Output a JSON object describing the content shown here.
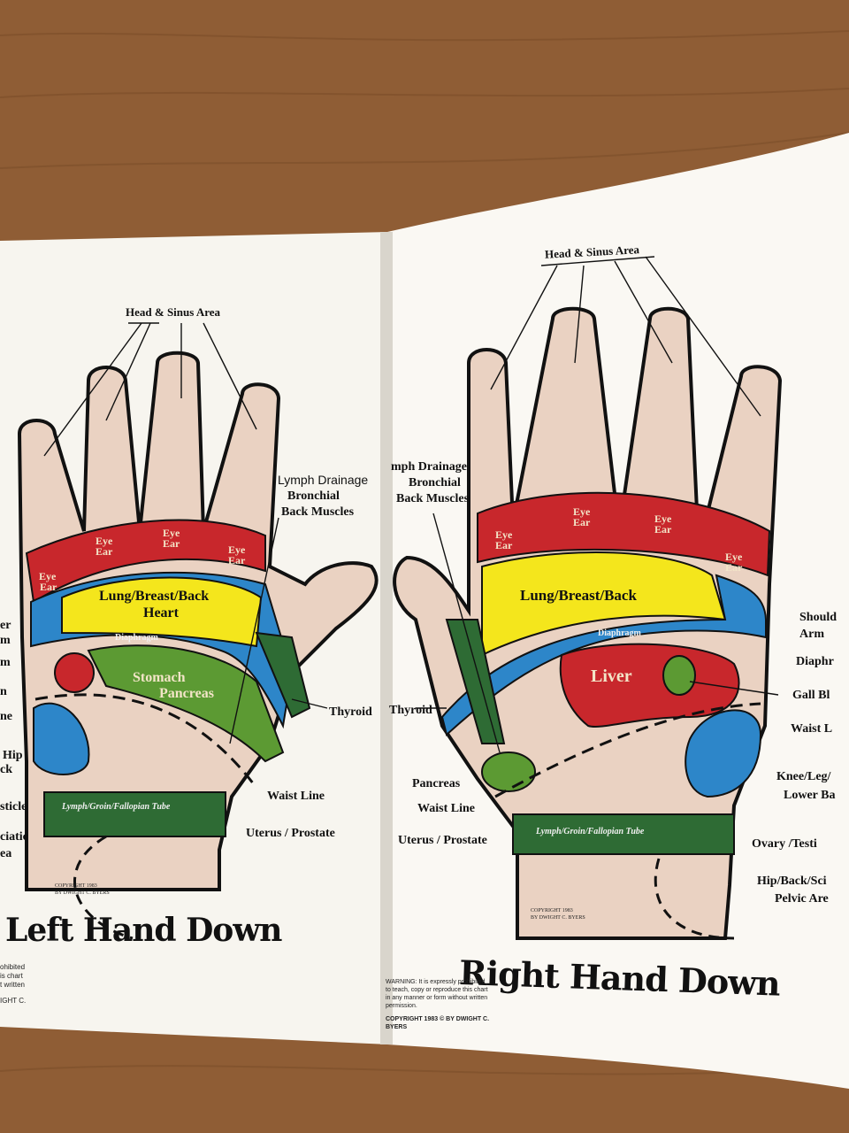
{
  "left_page": {
    "title": "Left Hand Down",
    "head_sinus": "Head & Sinus Area",
    "lymph_drainage": "Lymph Drainage",
    "bronchial": "Bronchial",
    "back_muscles": "Back Muscles",
    "eye": "Eye",
    "ear": "Ear",
    "lung_breast_back": "Lung/Breast/Back",
    "heart": "Heart",
    "diaphragm": "Diaphragm",
    "stomach": "Stomach",
    "pancreas": "Pancreas",
    "thyroid": "Thyroid",
    "waist_line": "Waist Line",
    "uterus_prostate": "Uterus / Prostate",
    "lymph_groin": "Lymph/Groin/Fallopian Tube",
    "copyright_line1": "COPYRIGHT 1983",
    "copyright_line2": "BY DWIGHT C. BYERS",
    "cut_labels": [
      "er",
      "m",
      "m",
      "n",
      "ne",
      "Hip",
      "ck",
      "sticle",
      "ciatic",
      "ea"
    ],
    "warning_fragments": [
      "ohibited",
      "is chart",
      "t written",
      "IGHT C."
    ]
  },
  "right_page": {
    "title": "Right Hand Down",
    "head_sinus": "Head & Sinus Area",
    "lymph_drainage": "mph Drainage",
    "bronchial": "Bronchial",
    "back_muscles": "Back Muscles",
    "eye": "Eye",
    "ear": "Ear",
    "lung_breast_back": "Lung/Breast/Back",
    "diaphragm": "Diaphragm",
    "liver": "Liver",
    "thyroid": "Thyroid",
    "pancreas": "Pancreas",
    "waist_line": "Waist Line",
    "uterus_prostate": "Uterus / Prostate",
    "lymph_groin": "Lymph/Groin/Fallopian Tube",
    "right_labels": {
      "shoulder": "Should",
      "arm": "Arm",
      "diaphragm": "Diaphr",
      "gall": "Gall Bl",
      "waist": "Waist L",
      "knee": "Knee/Leg/",
      "lower_back": "Lower Ba",
      "ovary": "Ovary /Testi",
      "hip_back": "Hip/Back/Sci",
      "pelvic": "Pelvic Are"
    },
    "copyright_line1": "COPYRIGHT 1983",
    "copyright_line2": "BY DWIGHT C. BYERS",
    "warning": [
      "WARNING: It is expressly prohibited",
      "to teach, copy or reproduce this chart",
      "in any manner or form without written",
      "permission."
    ],
    "copyright_bottom": [
      "COPYRIGHT 1983 © BY DWIGHT C.",
      "BYERS"
    ]
  },
  "colors": {
    "table": "#8a5a33",
    "page": "#f7f5ef",
    "skin": "#ead2c2",
    "red": "#c8272c",
    "yellow": "#f4e61c",
    "blue": "#2d86c9",
    "green": "#5c9a33",
    "dark_green": "#2e6b34",
    "outline": "#111111"
  }
}
